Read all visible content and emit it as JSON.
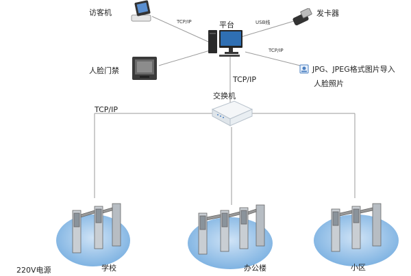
{
  "nodes": {
    "visitor_terminal": "访客机",
    "platform": "平台",
    "card_issuer": "发卡器",
    "face_door": "人脸门禁",
    "photo_import_line1": "JPG、JPEG格式图片导入",
    "photo_import_line2": "人脸照片",
    "switch": "交换机"
  },
  "links": {
    "visitor_platform": "TCP/IP",
    "card_platform": "USB线",
    "photo_platform": "TCP/IP",
    "platform_switch": "TCP/IP",
    "switch_turnstiles": "TCP/IP"
  },
  "sites": {
    "school": "学校",
    "office": "办公楼",
    "community": "小区"
  },
  "power": "220V电源",
  "colors": {
    "line": "#9a9a9a",
    "pad_light": "#cfe3f6",
    "pad_dark": "#7fb3e2",
    "monitor": "#2f6fb3"
  }
}
